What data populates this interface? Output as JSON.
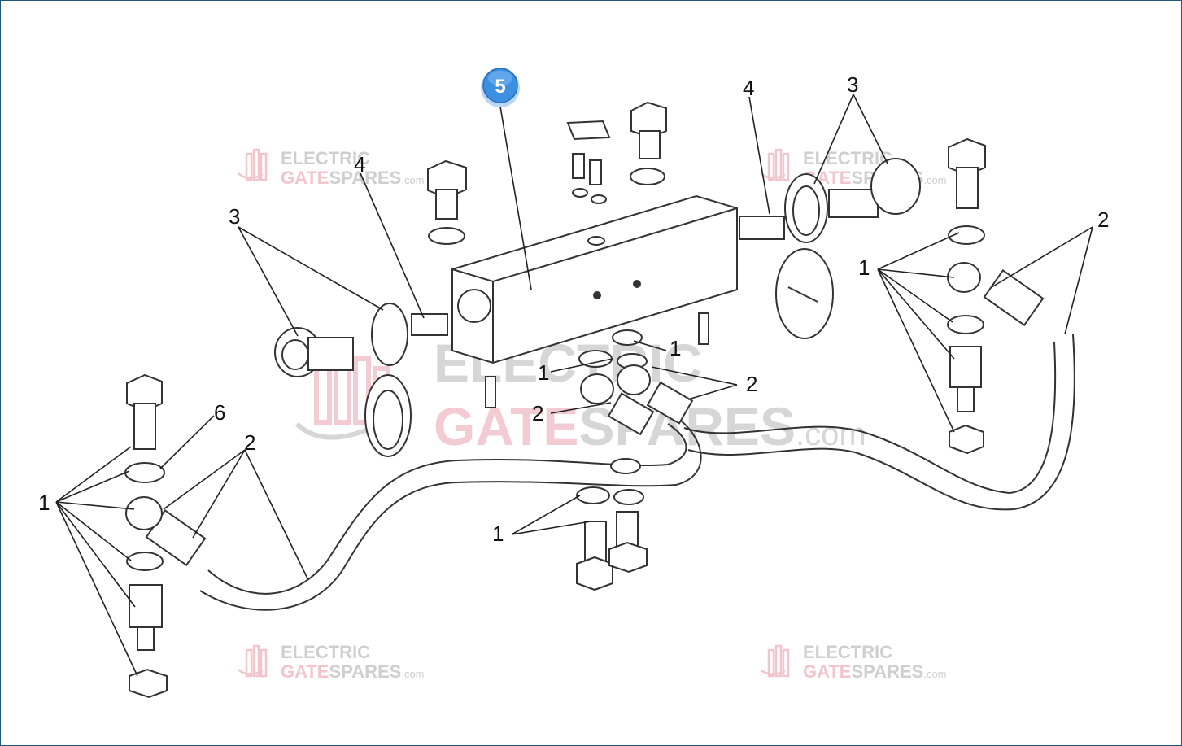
{
  "watermark": {
    "line1": "ELECTRIC",
    "line2_a": "GATE",
    "line2_b": "SPARES",
    "suffix": ".com",
    "color_gray": "#cfcfcf",
    "color_pink": "#f2c4cc"
  },
  "highlight": {
    "label": "5",
    "color": "#3d8fe0"
  },
  "callouts": {
    "left_3": "3",
    "left_4": "4",
    "right_4": "4",
    "right_3": "3",
    "right_2": "2",
    "right_1": "1",
    "center_1a": "1",
    "center_1b": "1",
    "center_2a": "2",
    "center_2b": "2",
    "left_6": "6",
    "left_2": "2",
    "left_1": "1",
    "bottom_1": "1"
  }
}
